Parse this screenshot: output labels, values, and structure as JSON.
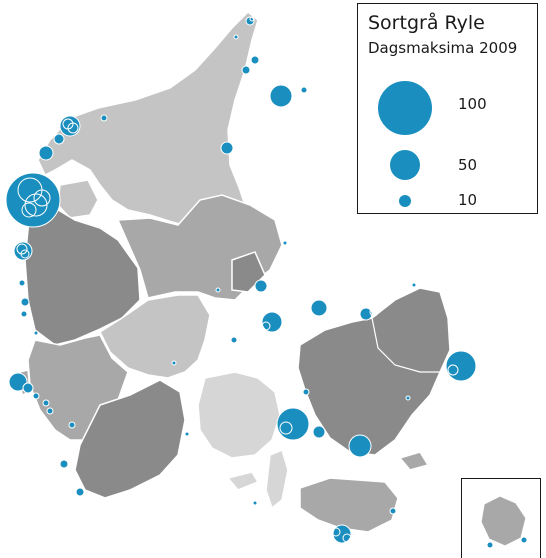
{
  "legend": {
    "title": "Sortgrå Ryle",
    "subtitle": "Dagsmaksima 2009",
    "sizes": [
      {
        "label": "100",
        "value": 100
      },
      {
        "label": "50",
        "value": 50
      },
      {
        "label": "10",
        "value": 10
      }
    ]
  },
  "colors": {
    "symbol": "#1a8fbf",
    "symbol_stroke": "#ffffff",
    "region_dark": "#8a8a8a",
    "region_mid": "#a8a8a8",
    "region_light": "#c4c4c4",
    "region_pale": "#d6d6d6",
    "border": "#ffffff"
  }
}
